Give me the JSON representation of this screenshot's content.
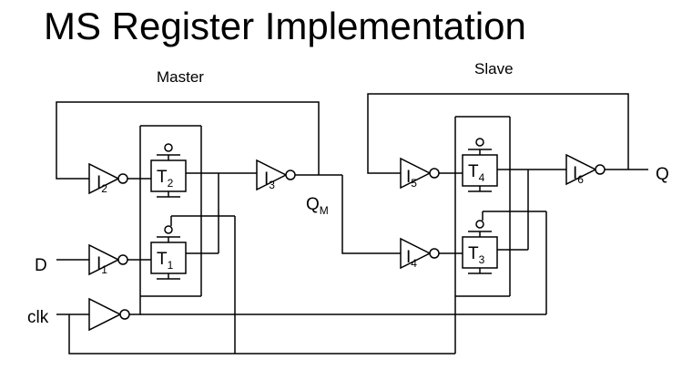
{
  "title": "MS Register Implementation",
  "sections": {
    "master": "Master",
    "slave": "Slave"
  },
  "signals": {
    "d": "D",
    "clk": "clk",
    "q": "Q",
    "qm_main": "Q",
    "qm_sub": "M"
  },
  "inverters": [
    {
      "id": "i1",
      "main": "I",
      "sub": "1"
    },
    {
      "id": "i2",
      "main": "I",
      "sub": "2"
    },
    {
      "id": "i3",
      "main": "I",
      "sub": "3"
    },
    {
      "id": "i4",
      "main": "I",
      "sub": "4"
    },
    {
      "id": "i5",
      "main": "I",
      "sub": "5"
    },
    {
      "id": "i6",
      "main": "I",
      "sub": "6"
    }
  ],
  "transmission_gates": [
    {
      "id": "t1",
      "main": "T",
      "sub": "1"
    },
    {
      "id": "t2",
      "main": "T",
      "sub": "2"
    },
    {
      "id": "t3",
      "main": "T",
      "sub": "3"
    },
    {
      "id": "t4",
      "main": "T",
      "sub": "4"
    }
  ]
}
